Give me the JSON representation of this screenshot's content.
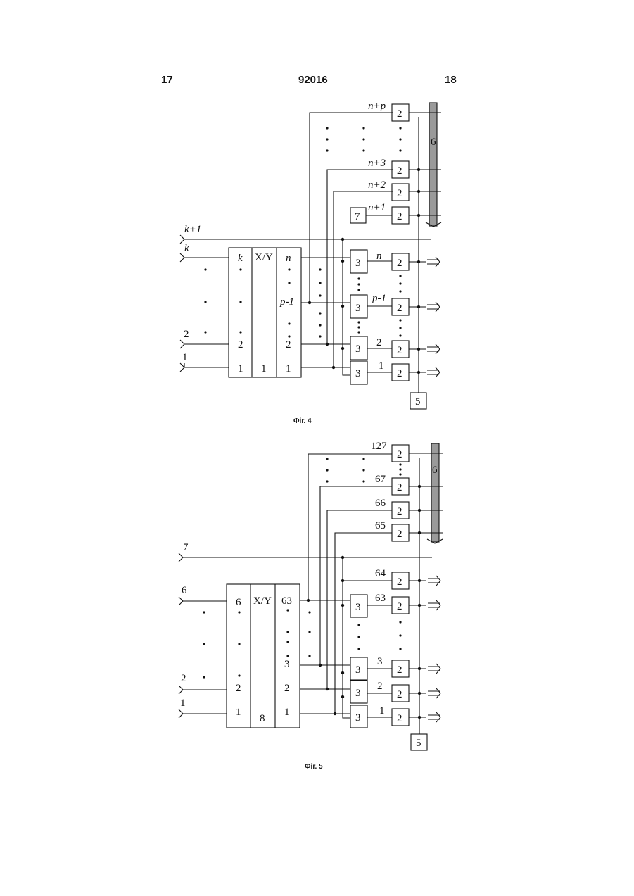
{
  "page": {
    "left_number": "17",
    "doc_number": "92016",
    "right_number": "18"
  },
  "figure4": {
    "caption": "Фіг. 4",
    "inputs": [
      "k+1",
      "k",
      "2",
      "1"
    ],
    "decoder": {
      "left_labels": [
        "k",
        "2",
        "1"
      ],
      "middle_title": "X/Y",
      "middle_number": "1",
      "right_labels": [
        "n",
        "p-1",
        "2",
        "1"
      ]
    },
    "top_wires": [
      "n+p",
      "n+3",
      "n+2",
      "n+1"
    ],
    "lower_wires": [
      "n",
      "p-1",
      "2",
      "1"
    ],
    "block_numbers": {
      "adder": "2",
      "selector": "3",
      "source": "5",
      "bus": "6",
      "generator": "7"
    }
  },
  "figure5": {
    "caption": "Фіг. 5",
    "inputs": [
      "7",
      "6",
      "2",
      "1"
    ],
    "decoder": {
      "left_labels": [
        "6",
        "2",
        "1"
      ],
      "middle_title": "X/Y",
      "middle_number": "8",
      "right_labels": [
        "63",
        "3",
        "2",
        "1"
      ]
    },
    "top_wires": [
      "127",
      "67",
      "66",
      "65"
    ],
    "lower_wires": [
      "64",
      "63",
      "3",
      "2",
      "1"
    ],
    "block_numbers": {
      "adder": "2",
      "selector": "3",
      "source": "5",
      "bus": "6"
    }
  }
}
